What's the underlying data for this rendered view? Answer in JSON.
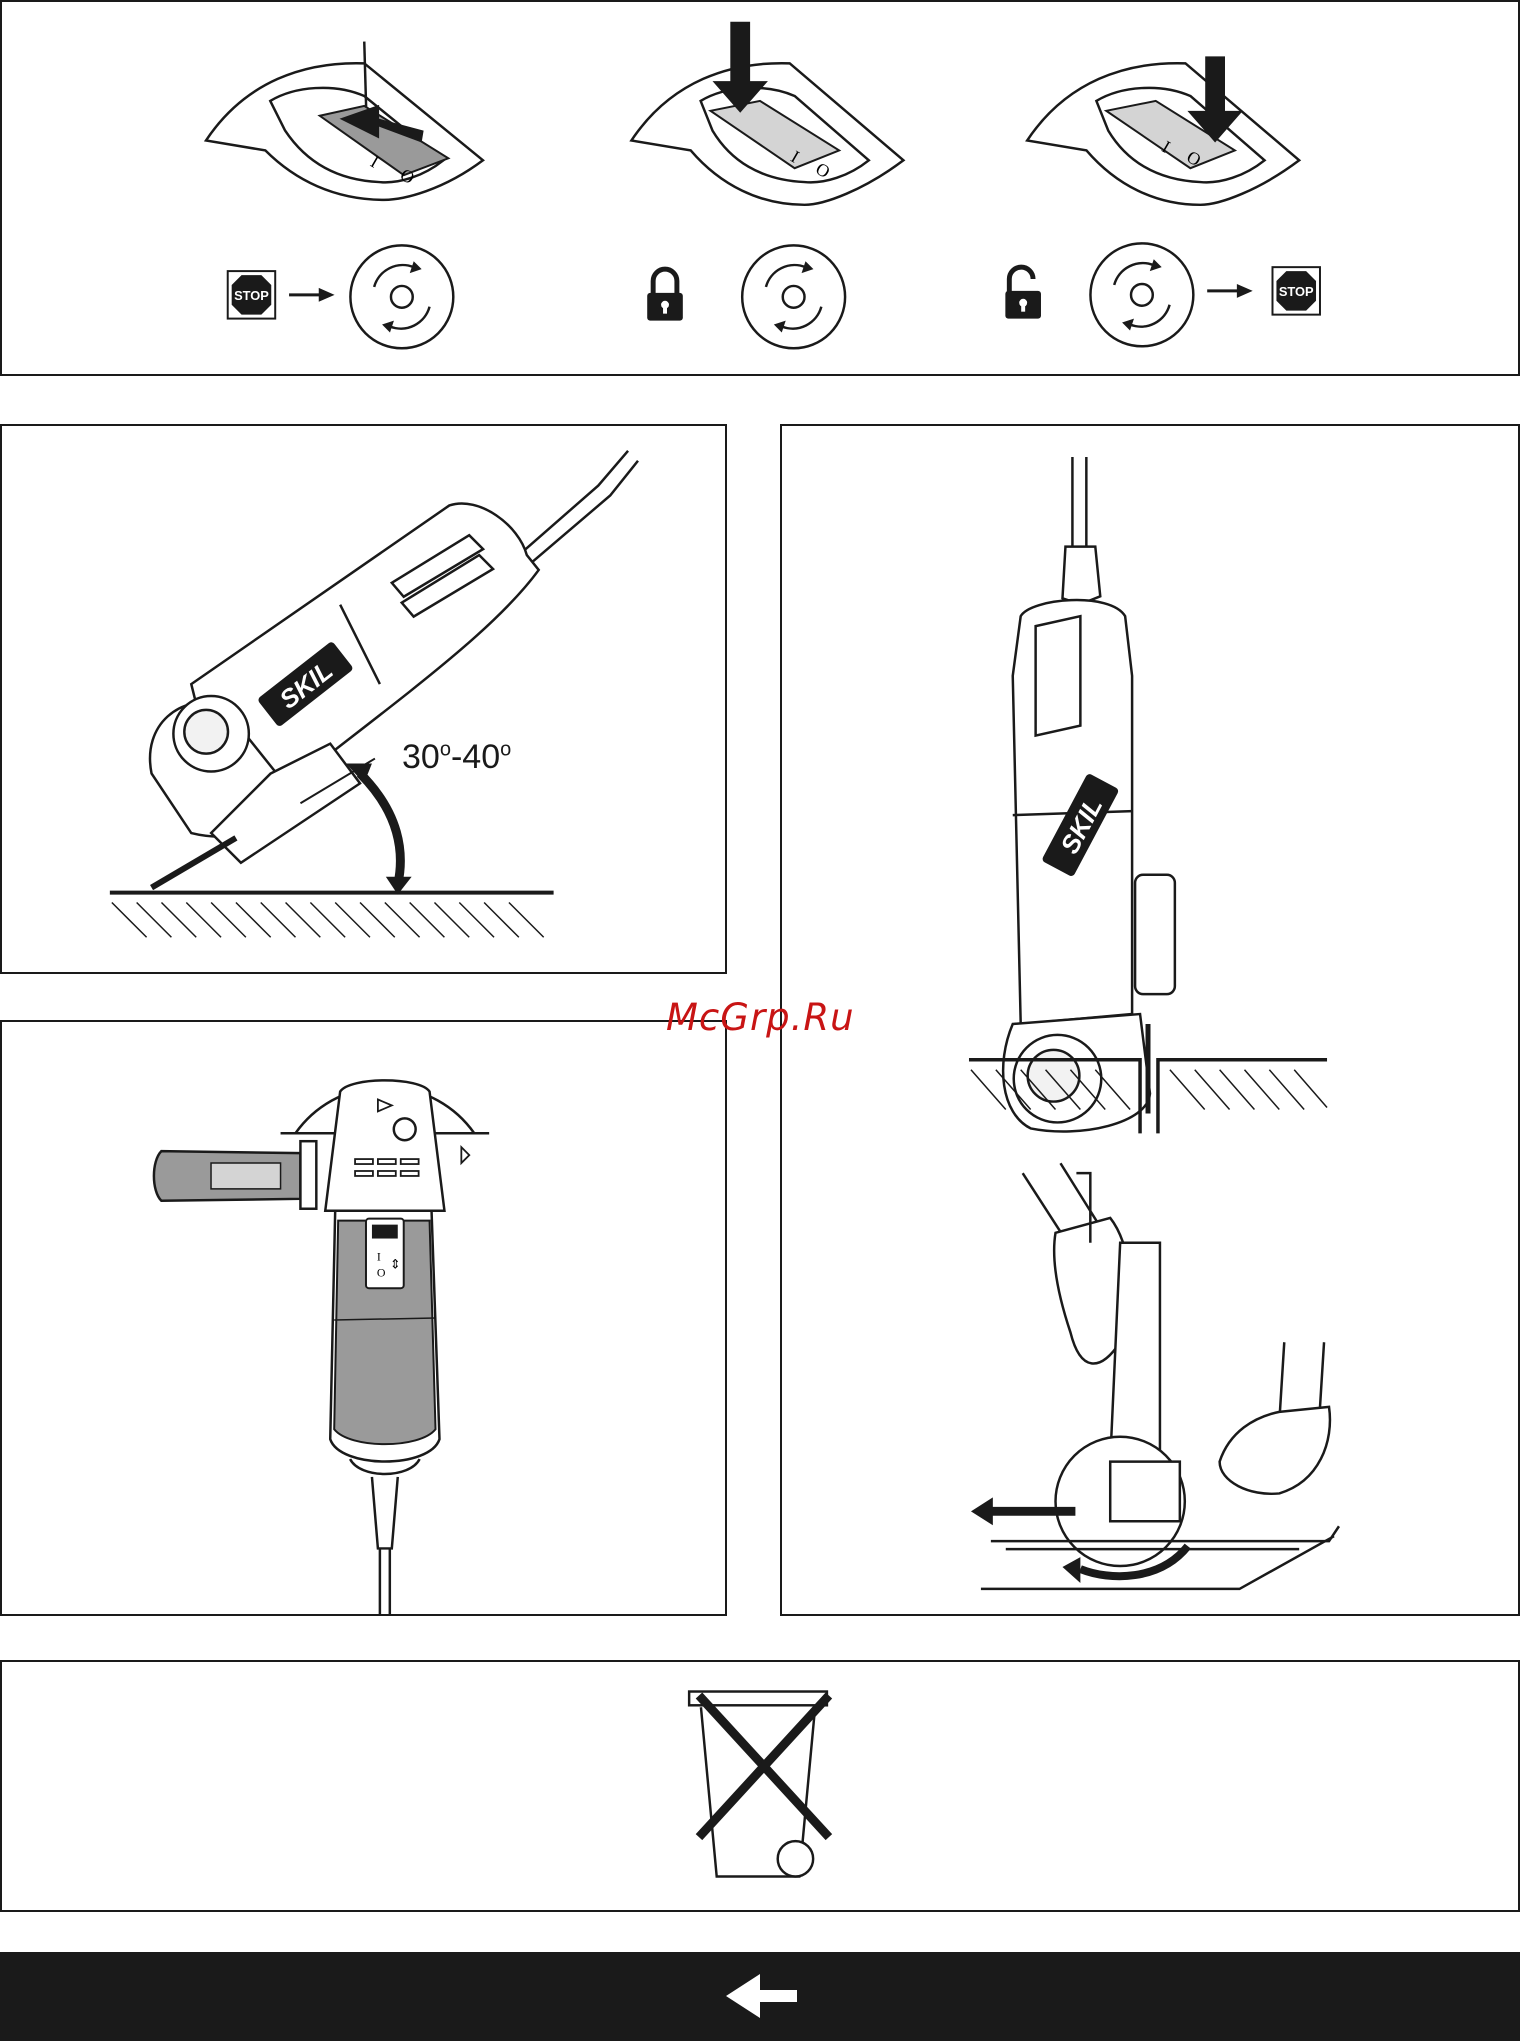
{
  "switch_panel": {
    "stop_label": "STOP",
    "switch_marks": [
      "I",
      "O"
    ],
    "steps": [
      {
        "name": "start",
        "icons": [
          "stop-icon",
          "arrow-right-icon",
          "rotation-icon"
        ]
      },
      {
        "name": "lock",
        "icons": [
          "padlock-closed-icon",
          "rotation-icon"
        ]
      },
      {
        "name": "release",
        "icons": [
          "padlock-open-icon",
          "rotation-icon",
          "arrow-right-icon",
          "stop-icon"
        ]
      }
    ]
  },
  "angle_panel": {
    "angle_from": "30",
    "angle_to": "40",
    "degree_mark": "o",
    "separator": "-",
    "brand": "SKIL"
  },
  "plunge_panel": {
    "brand": "SKIL"
  },
  "top_panel": {
    "switch_marks": [
      "I",
      "O"
    ]
  },
  "disposal_panel": {
    "icon": "crossed-bin-icon"
  },
  "footer": {
    "icon": "arrow-left-icon",
    "background": "#1a1a1a"
  },
  "watermark": {
    "text": "McGrp.Ru",
    "color": "#c81414"
  },
  "colors": {
    "line": "#1a1a1a",
    "fill_grey": "#9a9a9a",
    "fill_light": "#d4d4d4"
  }
}
